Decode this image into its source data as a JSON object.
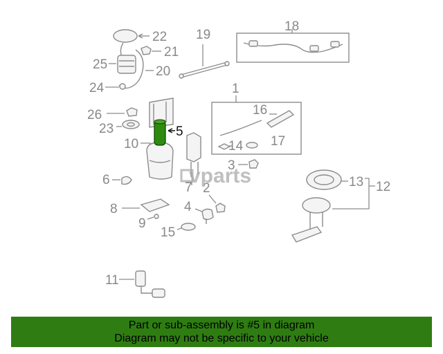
{
  "callouts": {
    "c1": "1",
    "c2": "2",
    "c3": "3",
    "c4": "4",
    "c5": "5",
    "c6": "6",
    "c7": "7",
    "c8": "8",
    "c9": "9",
    "c10": "10",
    "c11": "11",
    "c12": "12",
    "c13": "13",
    "c14": "14",
    "c15": "15",
    "c16": "16",
    "c17": "17",
    "c18": "18",
    "c19": "19",
    "c20": "20",
    "c21": "21",
    "c22": "22",
    "c23": "23",
    "c24": "24",
    "c25": "25",
    "c26": "26"
  },
  "watermark": "vparts",
  "highlight_color": "#2e8b10",
  "banner": {
    "line1": "Part or sub-assembly is #5 in diagram",
    "line2": "Diagram may not be specific to your vehicle",
    "color": "#2f7d12"
  }
}
